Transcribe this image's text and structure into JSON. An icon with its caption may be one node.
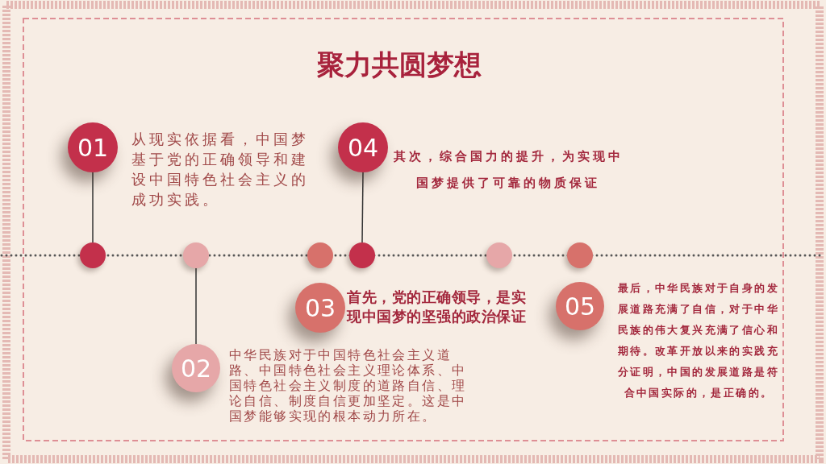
{
  "diagram": {
    "title": "聚力共圆梦想",
    "nodes": [
      {
        "text": [
          "01"
        ],
        "beside": [
          "从现实依据看，中国梦基于党的正确领导和建设中国特色社会主义的成功实践。"
        ]
      },
      {
        "text": [
          "04"
        ],
        "beside": [
          "其次，综合国力的提升，为实现中国梦提供了可靠的物质保证"
        ]
      },
      {
        "text": [
          "03"
        ],
        "beside": [
          "首先，党的正确领导，是实现中国梦的坚强的政治保证"
        ]
      },
      {
        "text": [
          "05"
        ],
        "beside": [
          "最后，中华民族对于自身的发展道路充满了自信，对于中华民族的伟大复兴充满了信心和期待。改革开放以来的实践充分证明，中国的发展道路是符合中国实际的，是正确的。"
        ]
      },
      {
        "text": [
          "02"
        ],
        "beside": [
          "中华民族对于中国特色社会主义道路、中国特色社会主义理论体系、中国特色社会主义制度的道路自信、理论自信、制度自信更加坚定。这是中国梦能够实现的根本动力所在。"
        ]
      },
      {
        "text": [],
        "shape": "circle"
      },
      {
        "text": [],
        "shape": "circle"
      },
      {
        "text": [],
        "shape": "circle"
      },
      {
        "text": [],
        "shape": "circle"
      },
      {
        "text": [],
        "shape": "circle"
      },
      {
        "text": [],
        "shape": "circle"
      }
    ],
    "edges": [
      {
        "from": 0,
        "to": 5,
        "arrow": "none"
      },
      {
        "from": 4,
        "to": 6,
        "arrow": "none"
      },
      {
        "from": 1,
        "to": 8,
        "arrow": "none"
      }
    ]
  }
}
